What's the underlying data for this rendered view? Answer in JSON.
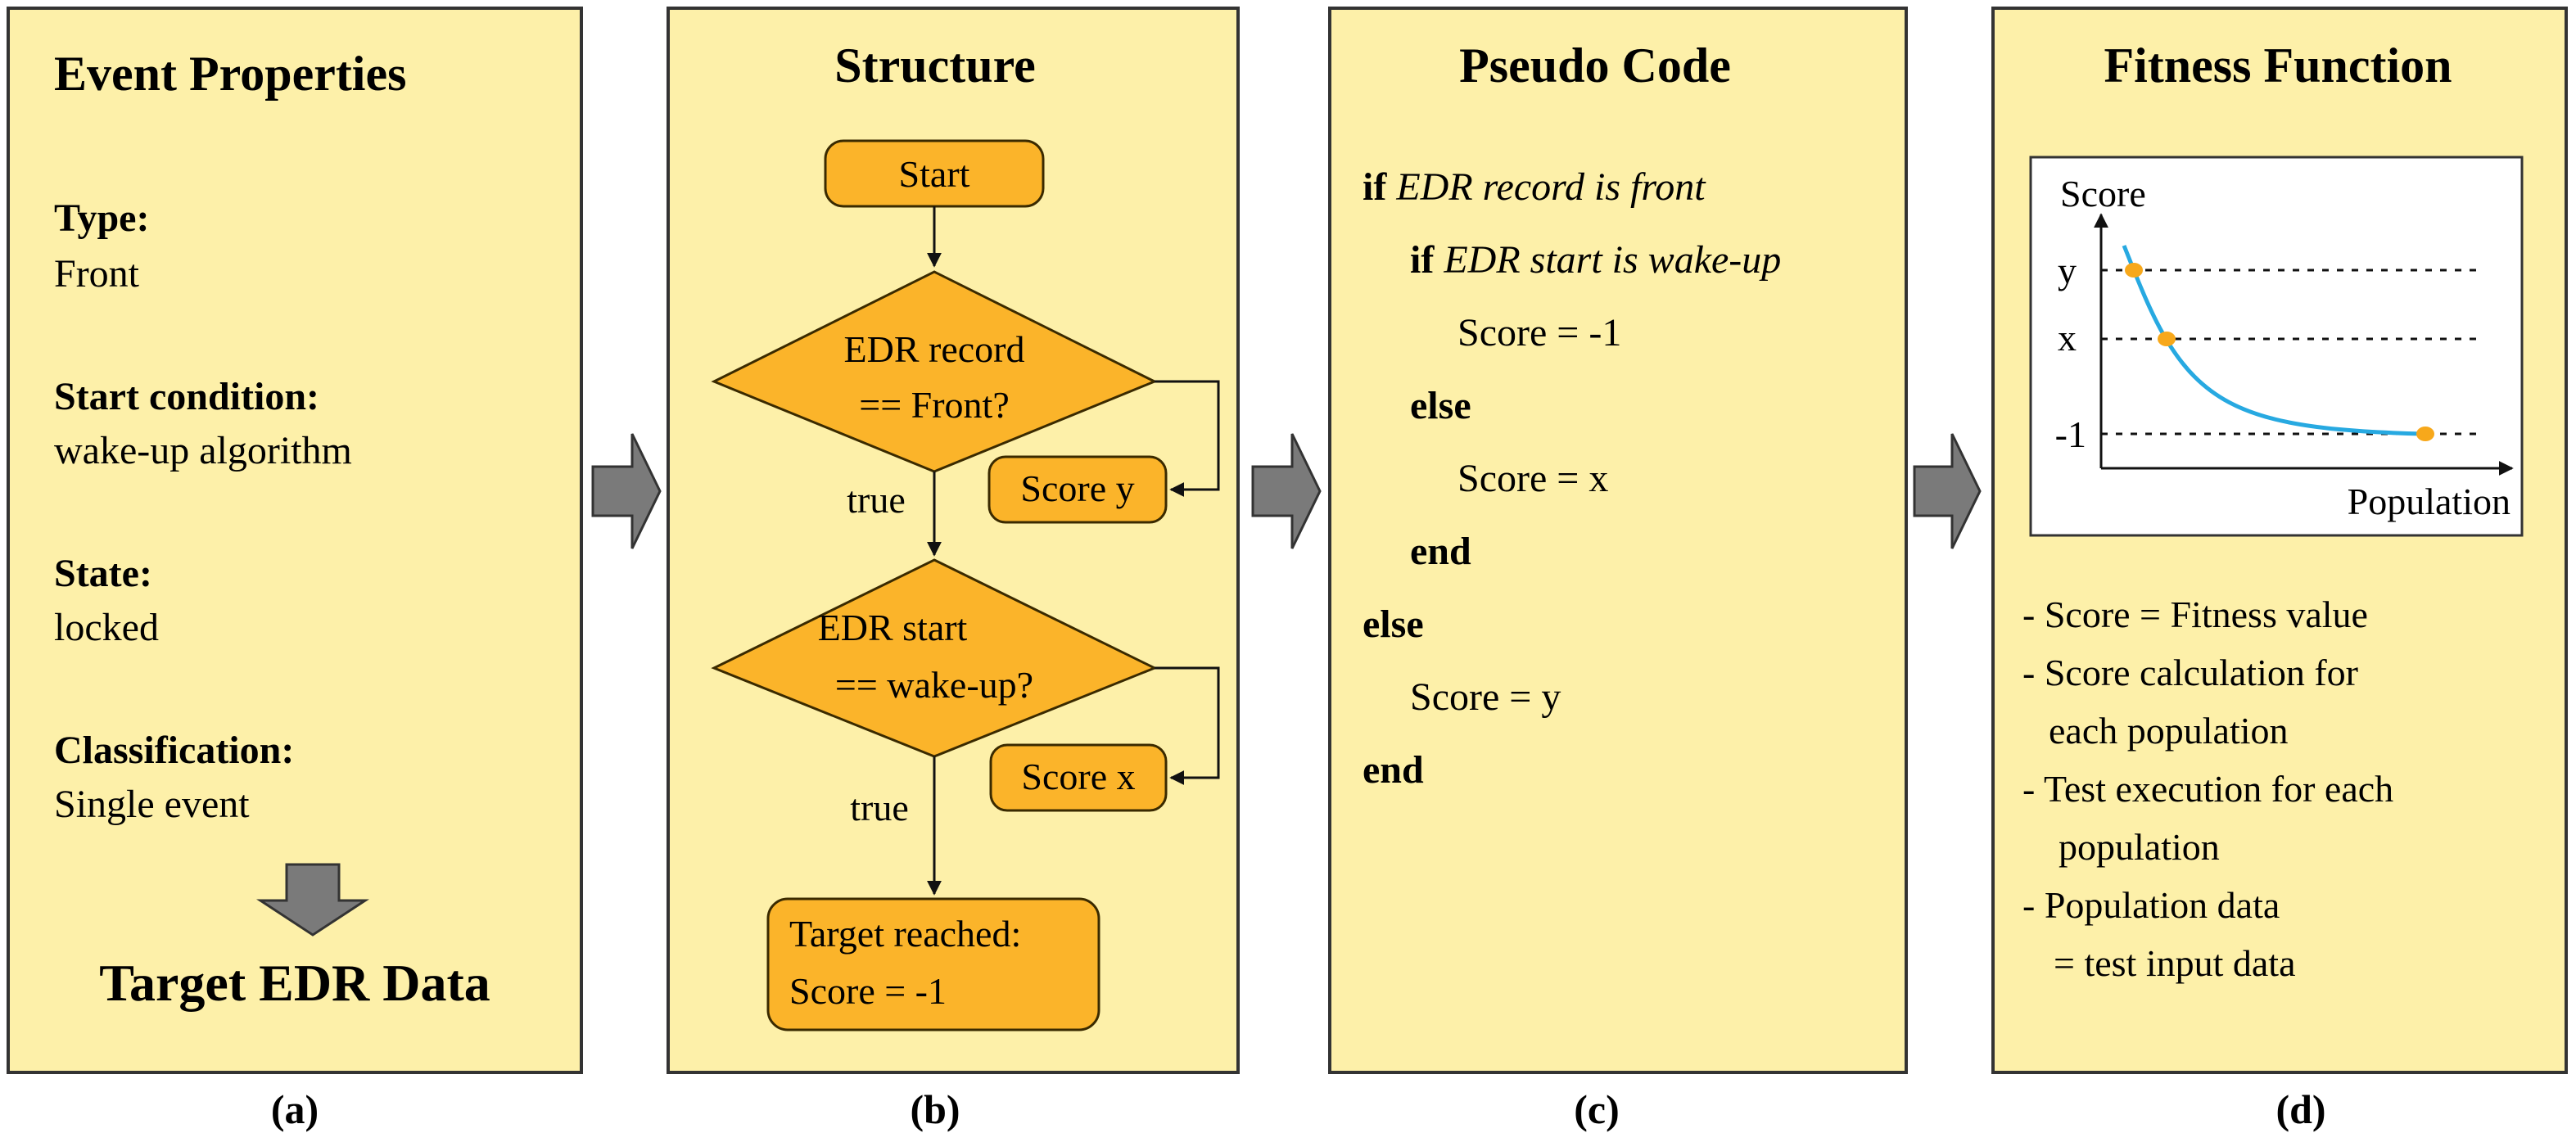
{
  "colors": {
    "panel_fill": "#fdf0a9",
    "panel_stroke": "#333333",
    "node_fill": "#fbb42a",
    "node_stroke": "#3a2a00",
    "arrow_fill": "#7a7a7a",
    "curve": "#27a9e1",
    "marker": "#f7a81b"
  },
  "panel_a": {
    "title": "Event Properties",
    "type_label": "Type:",
    "type_value": "Front",
    "start_label": "Start condition:",
    "start_value": "wake-up algorithm",
    "state_label": "State:",
    "state_value": "locked",
    "class_label": "Classification:",
    "class_value": "Single event",
    "target": "Target EDR Data",
    "caption": "(a)"
  },
  "panel_b": {
    "title": "Structure",
    "start": "Start",
    "decision1_line1": "EDR record",
    "decision1_line2": "== Front?",
    "score_y": "Score y",
    "true1": "true",
    "decision2_line1": "EDR start",
    "decision2_line2": "== wake-up?",
    "score_x": "Score x",
    "true2": "true",
    "target_line1": "Target reached:",
    "target_line2": "Score = -1",
    "caption": "(b)"
  },
  "panel_c": {
    "title": "Pseudo Code",
    "lines": [
      {
        "kw": "if",
        "text": "EDR record is front"
      },
      {
        "kw": "if",
        "text": "EDR start is wake-up"
      },
      {
        "kw": "",
        "text": "Score = -1"
      },
      {
        "kw": "else",
        "text": ""
      },
      {
        "kw": "",
        "text": "Score = x"
      },
      {
        "kw": "end",
        "text": ""
      },
      {
        "kw": "else",
        "text": ""
      },
      {
        "kw": "",
        "text": "Score = y"
      },
      {
        "kw": "end",
        "text": ""
      }
    ],
    "caption": "(c)"
  },
  "panel_d": {
    "title": "Fitness Function",
    "chart_data": {
      "type": "line",
      "ylabel": "Score",
      "xlabel": "Population",
      "y_tick_labels": [
        "y",
        "x",
        "-1"
      ],
      "grid": "dashed lines at y, x and -1",
      "markers": [
        "y",
        "x",
        "-1"
      ]
    },
    "notes": [
      "- Score = Fitness value",
      "- Score calculation for",
      "each population",
      "- Test execution for each",
      "population",
      "- Population data",
      "= test input data"
    ],
    "caption": "(d)"
  }
}
